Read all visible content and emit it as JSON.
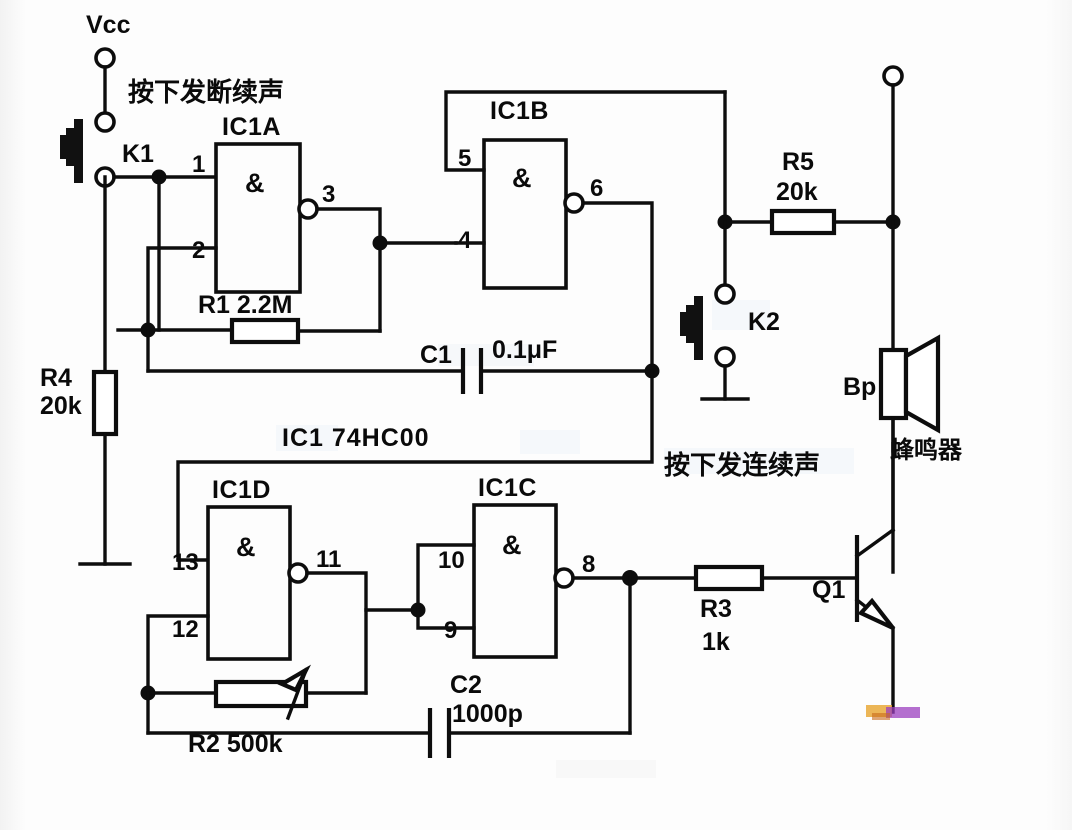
{
  "document": {
    "type": "electronic-schematic",
    "title": "Buzzer alarm circuit using 74HC00 quad NAND gate",
    "ic_note": "IC1  74HC00"
  },
  "annotations": {
    "intermittent_tone": "按下发断续声",
    "continuous_tone": "按下发连续声",
    "buzzer_cn": "蜂鸣器"
  },
  "power": {
    "vcc_label": "Vcc"
  },
  "gates": [
    {
      "id": "IC1A",
      "label": "IC1A",
      "symbol": "&",
      "pins": {
        "in1": "1",
        "in2": "2",
        "out": "3"
      }
    },
    {
      "id": "IC1B",
      "label": "IC1B",
      "symbol": "&",
      "pins": {
        "in1": "5",
        "in2": "4",
        "out": "6"
      }
    },
    {
      "id": "IC1C",
      "label": "IC1C",
      "symbol": "&",
      "pins": {
        "in1": "10",
        "in2": "9",
        "out": "8"
      }
    },
    {
      "id": "IC1D",
      "label": "IC1D",
      "symbol": "&",
      "pins": {
        "in1": "13",
        "in2": "12",
        "out": "11"
      }
    }
  ],
  "components": [
    {
      "ref": "K1",
      "type": "pushbutton",
      "label": "K1"
    },
    {
      "ref": "K2",
      "type": "pushbutton",
      "label": "K2"
    },
    {
      "ref": "R1",
      "type": "resistor",
      "ref_label": "R1",
      "value": "2.2M",
      "label": "R1  2.2M"
    },
    {
      "ref": "R2",
      "type": "potentiometer",
      "ref_label": "R2",
      "value": "500k",
      "label": "R2  500k"
    },
    {
      "ref": "R3",
      "type": "resistor",
      "ref_label": "R3",
      "value": "1k"
    },
    {
      "ref": "R4",
      "type": "resistor",
      "ref_label": "R4",
      "value": "20k"
    },
    {
      "ref": "R5",
      "type": "resistor",
      "ref_label": "R5",
      "value": "20k"
    },
    {
      "ref": "C1",
      "type": "capacitor",
      "ref_label": "C1",
      "value": "0.1μF"
    },
    {
      "ref": "C2",
      "type": "capacitor",
      "ref_label": "C2",
      "value": "1000p"
    },
    {
      "ref": "Q1",
      "type": "npn-transistor",
      "ref_label": "Q1"
    },
    {
      "ref": "Bp",
      "type": "buzzer",
      "ref_label": "Bp",
      "value": "蜂鸣器"
    }
  ],
  "labels": {
    "vcc": "Vcc",
    "k1": "K1",
    "k2": "K2",
    "ic1a": "IC1A",
    "ic1b": "IC1B",
    "ic1c": "IC1C",
    "ic1d": "IC1D",
    "nand": "&",
    "pin1": "1",
    "pin2": "2",
    "pin3": "3",
    "pin4": "4",
    "pin5": "5",
    "pin6": "6",
    "pin8": "8",
    "pin9": "9",
    "pin10": "10",
    "pin11": "11",
    "pin12": "12",
    "pin13": "13",
    "r1": "R1  2.2M",
    "r2": "R2  500k",
    "r3": "R3",
    "r3v": "1k",
    "r4": "R4",
    "r4v": "20k",
    "r5": "R5",
    "r5v": "20k",
    "c1": "C1",
    "c1v": "0.1μF",
    "c2": "C2",
    "c2v": "1000p",
    "q1": "Q1",
    "bp": "Bp",
    "buzzer_cn": "蜂鸣器",
    "ic1_part": "IC1  74HC00",
    "note_top": "按下发断续声",
    "note_mid": "按下发连续声"
  },
  "colors": {
    "ink": "#0d0d0d",
    "paper": "#fcfcfc",
    "highlight": "#cfe3f2",
    "artifact_orange": "#e9a93a",
    "artifact_purple": "#9b3fbf"
  }
}
